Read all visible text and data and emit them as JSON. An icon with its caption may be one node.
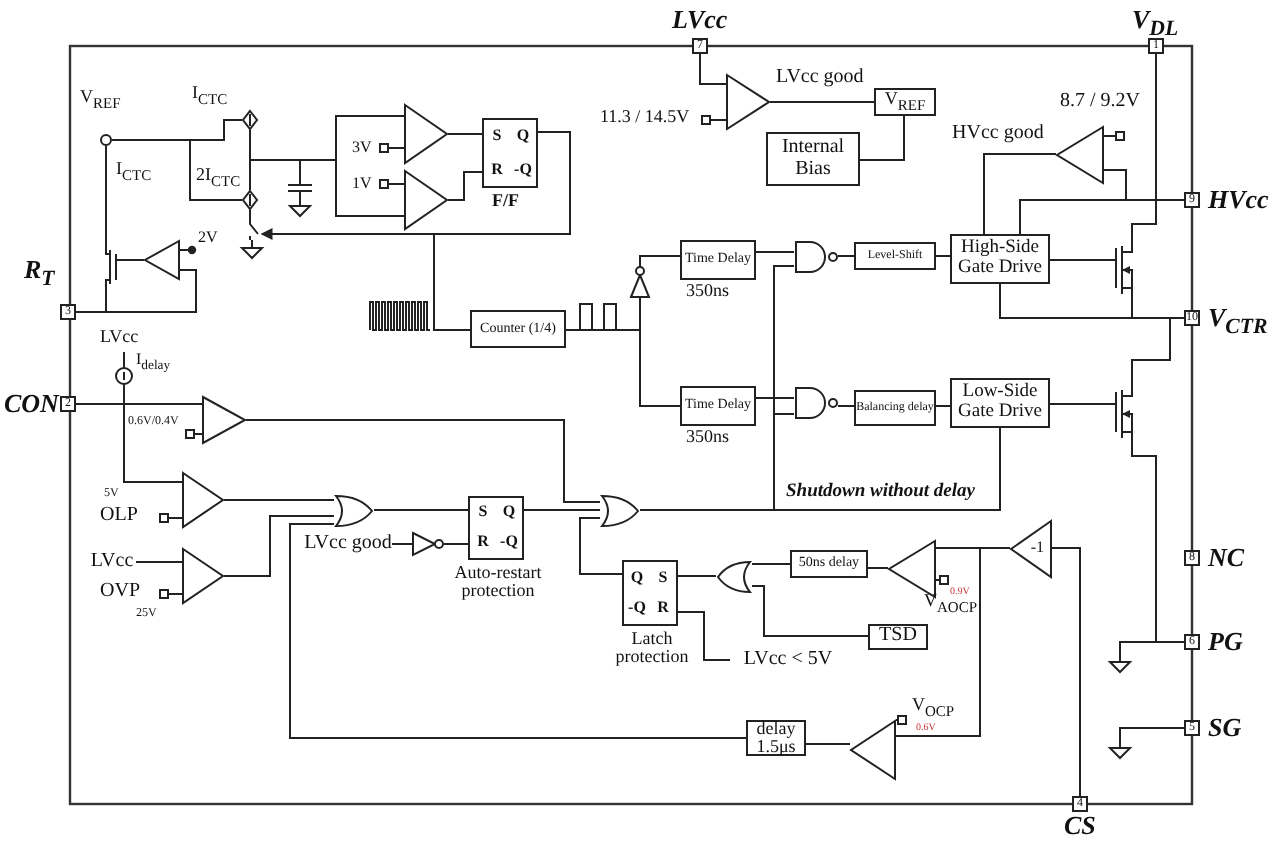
{
  "diagram": {
    "nodes": [
      {
        "text": [
          "3"
        ],
        "beside": [
          "R$_{T}$"
        ]
      },
      {
        "text": [
          "2"
        ],
        "beside": [
          "CON"
        ]
      },
      {
        "text": [
          "7"
        ],
        "beside": [
          "LVcc"
        ]
      },
      {
        "text": [
          "1"
        ],
        "beside": [
          "V$_{DL}$"
        ]
      },
      {
        "text": [
          "9"
        ],
        "beside": [
          "HVcc"
        ]
      },
      {
        "text": [
          "10"
        ],
        "beside": [
          "V$_{CTR}$"
        ]
      },
      {
        "text": [
          "8"
        ],
        "beside": [
          "NC"
        ]
      },
      {
        "text": [
          "6"
        ],
        "beside": [
          "PG"
        ]
      },
      {
        "text": [
          "5"
        ],
        "beside": [
          "SG"
        ]
      },
      {
        "text": [
          "4"
        ],
        "beside": [
          "CS"
        ]
      },
      {
        "text": [
          "S",
          "Q",
          "R",
          "-Q"
        ],
        "beside": [
          "F/F"
        ]
      },
      {
        "text": [
          "Counter (1/4)"
        ]
      },
      {
        "text": [
          "Time Delay"
        ],
        "beside": [
          "350ns"
        ]
      },
      {
        "text": [
          "Time Delay"
        ],
        "beside": [
          "350ns"
        ]
      },
      {
        "text": [
          "Level-Shift"
        ]
      },
      {
        "text": [
          "Balancing delay"
        ]
      },
      {
        "text": [
          "High-Side Gate Drive"
        ]
      },
      {
        "text": [
          "Low-Side Gate Drive"
        ]
      },
      {
        "text": [
          "V$_{REF}$"
        ]
      },
      {
        "text": [
          "Internal Bias"
        ]
      },
      {
        "text": [
          "S",
          "Q",
          "R",
          "-Q"
        ],
        "beside": [
          "Auto-restart protection"
        ]
      },
      {
        "text": [
          "Q",
          "S",
          "-Q",
          "R"
        ],
        "beside": [
          "Latch protection"
        ]
      },
      {
        "text": [
          "50ns delay"
        ]
      },
      {
        "text": [
          "TSD"
        ]
      },
      {
        "text": [
          "delay",
          "1.5μs"
        ]
      },
      {
        "text": [
          "-1"
        ]
      },
      {
        "text": [],
        "shape": "triangle",
        "beside": [
          "11.3 / 14.5V"
        ]
      },
      {
        "text": [],
        "shape": "triangle"
      },
      {
        "text": [],
        "shape": "triangle"
      },
      {
        "text": [],
        "shape": "triangle",
        "beside": [
          "3V"
        ]
      },
      {
        "text": [],
        "shape": "triangle",
        "beside": [
          "1V"
        ]
      },
      {
        "text": [],
        "shape": "triangle"
      },
      {
        "text": [],
        "shape": "triangle"
      },
      {
        "text": [],
        "shape": "triangle"
      },
      {
        "text": [],
        "shape": "triangle"
      },
      {
        "text": [],
        "shape": "triangle"
      },
      {
        "text": [],
        "shape": "gate"
      },
      {
        "text": [],
        "shape": "gate"
      },
      {
        "text": [],
        "shape": "gate"
      },
      {
        "text": [],
        "shape": "gate"
      },
      {
        "text": [],
        "shape": "gate"
      },
      {
        "text": [],
        "shape": "transistor"
      },
      {
        "text": [],
        "shape": "transistor"
      },
      {
        "text": [
          "LVcc good"
        ]
      },
      {
        "text": [
          "LVcc < 5V"
        ]
      },
      {
        "text": [
          "LVcc"
        ]
      },
      {
        "text": [],
        "shape": "inverter"
      },
      {
        "text": [],
        "shape": "inverter"
      },
      {
        "text": [],
        "shape": "transistor"
      },
      {
        "text": [],
        "shape": "capacitor"
      },
      {
        "text": [],
        "shape": "circle"
      },
      {
        "text": [],
        "shape": "diamond"
      },
      {
        "text": [],
        "shape": "diamond"
      },
      {
        "text": [],
        "shape": "switch"
      }
    ],
    "edges": [
      {
        "from": 2,
        "to": 26,
        "arrow": "none"
      },
      {
        "from": 26,
        "to": 18,
        "arrow": "none"
      },
      {
        "from": 18,
        "to": 19,
        "arrow": "none"
      },
      {
        "from": 10,
        "to": 11,
        "arrow": "none"
      },
      {
        "from": 29,
        "to": 10,
        "arrow": "none"
      },
      {
        "from": 30,
        "to": 10,
        "arrow": "none"
      },
      {
        "from": 11,
        "to": 46,
        "arrow": "none"
      },
      {
        "from": 11,
        "to": 13,
        "arrow": "none"
      },
      {
        "from": 12,
        "to": 39,
        "arrow": "none"
      },
      {
        "from": 13,
        "to": 40,
        "arrow": "none"
      },
      {
        "from": 39,
        "to": 14,
        "arrow": "none"
      },
      {
        "from": 40,
        "to": 15,
        "arrow": "none"
      },
      {
        "from": 14,
        "to": 16,
        "arrow": "none"
      },
      {
        "from": 15,
        "to": 17,
        "arrow": "none"
      },
      {
        "from": 16,
        "to": 41,
        "arrow": "none"
      },
      {
        "from": 17,
        "to": 42,
        "arrow": "none"
      },
      {
        "from": 3,
        "to": 41,
        "arrow": "none"
      },
      {
        "from": 41,
        "to": 5,
        "arrow": "none"
      },
      {
        "from": 42,
        "to": 5,
        "arrow": "none"
      },
      {
        "from": 42,
        "to": 7,
        "arrow": "none"
      },
      {
        "from": 4,
        "to": 16,
        "arrow": "none"
      },
      {
        "from": 4,
        "to": 27,
        "arrow": "none"
      },
      {
        "from": 27,
        "to": 16,
        "arrow": "none"
      },
      {
        "from": 5,
        "to": 16,
        "arrow": "none"
      },
      {
        "from": 0,
        "to": 28,
        "arrow": "none"
      },
      {
        "from": 1,
        "to": 31,
        "arrow": "none"
      },
      {
        "from": 1,
        "to": 32,
        "arrow": "none"
      },
      {
        "from": 31,
        "to": 37,
        "arrow": "none"
      },
      {
        "from": 32,
        "to": 36,
        "arrow": "none"
      },
      {
        "from": 33,
        "to": 36,
        "arrow": "none"
      },
      {
        "from": 36,
        "to": 20,
        "arrow": "none"
      },
      {
        "from": 20,
        "to": 37,
        "arrow": "none"
      },
      {
        "from": 21,
        "to": 37,
        "arrow": "none"
      },
      {
        "from": 37,
        "to": 39,
        "arrow": "none"
      },
      {
        "from": 37,
        "to": 40,
        "arrow": "none"
      },
      {
        "from": 37,
        "to": 17,
        "arrow": "none",
        "label": "Shutdown without delay"
      },
      {
        "from": 38,
        "to": 21,
        "arrow": "none"
      },
      {
        "from": 22,
        "to": 38,
        "arrow": "none"
      },
      {
        "from": 23,
        "to": 38,
        "arrow": "none"
      },
      {
        "from": 34,
        "to": 22,
        "arrow": "none"
      },
      {
        "from": 25,
        "to": 34,
        "arrow": "none"
      },
      {
        "from": 25,
        "to": 35,
        "arrow": "none"
      },
      {
        "from": 9,
        "to": 25,
        "arrow": "none"
      },
      {
        "from": 35,
        "to": 24,
        "arrow": "none"
      },
      {
        "from": 24,
        "to": 36,
        "arrow": "none"
      },
      {
        "from": 43,
        "to": 47,
        "arrow": "none"
      },
      {
        "from": 44,
        "to": 21,
        "arrow": "none"
      },
      {
        "from": 45,
        "to": 33,
        "arrow": "none"
      },
      {
        "from": 46,
        "to": 12,
        "arrow": "none"
      },
      {
        "from": 47,
        "to": 20,
        "arrow": "none"
      },
      {
        "from": 28,
        "to": 48,
        "arrow": "none"
      },
      {
        "from": 48,
        "to": 0,
        "arrow": "none"
      },
      {
        "from": 50,
        "to": 48,
        "arrow": "none"
      },
      {
        "from": 50,
        "to": 51,
        "arrow": "none"
      },
      {
        "from": 50,
        "to": 52,
        "arrow": "none"
      },
      {
        "from": 51,
        "to": 52,
        "arrow": "none"
      },
      {
        "from": 52,
        "to": 53,
        "arrow": "none"
      },
      {
        "from": 51,
        "to": 49,
        "arrow": "none"
      },
      {
        "from": 49,
        "to": 29,
        "arrow": "none"
      },
      {
        "from": 49,
        "to": 30,
        "arrow": "none"
      },
      {
        "from": 10,
        "to": 53,
        "arrow": "to"
      }
    ],
    "labels": [
      "V$_{REF}$",
      "I$_{CTC}$",
      "I$_{CTC}$",
      "2I$_{CTC}$",
      "2V",
      "LVcc good",
      "HVcc good",
      "8.7 / 9.2V",
      "LVcc",
      "I$_{delay}$",
      "0.6V/0.4V",
      "5V",
      "OLP",
      "OVP",
      "25V",
      "V$_{AOCP}$",
      "0.9V",
      "V$_{OCP}$",
      "0.6V"
    ]
  }
}
